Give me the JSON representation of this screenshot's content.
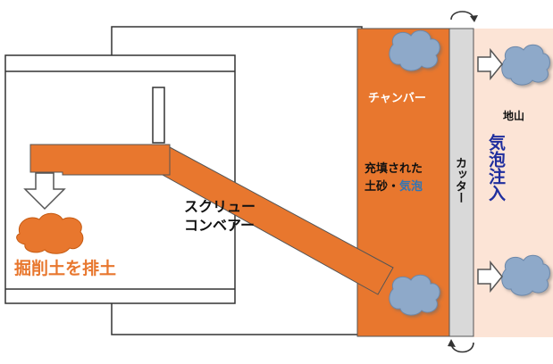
{
  "labels": {
    "chamber": "チャンバー",
    "filled_soil_line1": "充填された",
    "filled_soil_line2_prefix": "土砂・",
    "filled_soil_line2_foam": "気泡",
    "cutter": "カッター",
    "ground": "地山",
    "foam_injection": "気泡注入",
    "screw_conveyor_line1": "スクリュー",
    "screw_conveyor_line2": "コンベアー",
    "discharge": "掘削土を排土"
  },
  "colors": {
    "orange": "#e8772e",
    "orange_text": "#e8772e",
    "ground_fill": "#fce4d6",
    "cutter_fill": "#d9d9d9",
    "foam_text": "#2e75b6",
    "injection_text": "#1f2e9e",
    "bubble": "#8ea9c9"
  },
  "icons": [
    "rotation-arrow-icon",
    "bubble-icon",
    "arrow-right-icon",
    "arrow-down-icon"
  ]
}
